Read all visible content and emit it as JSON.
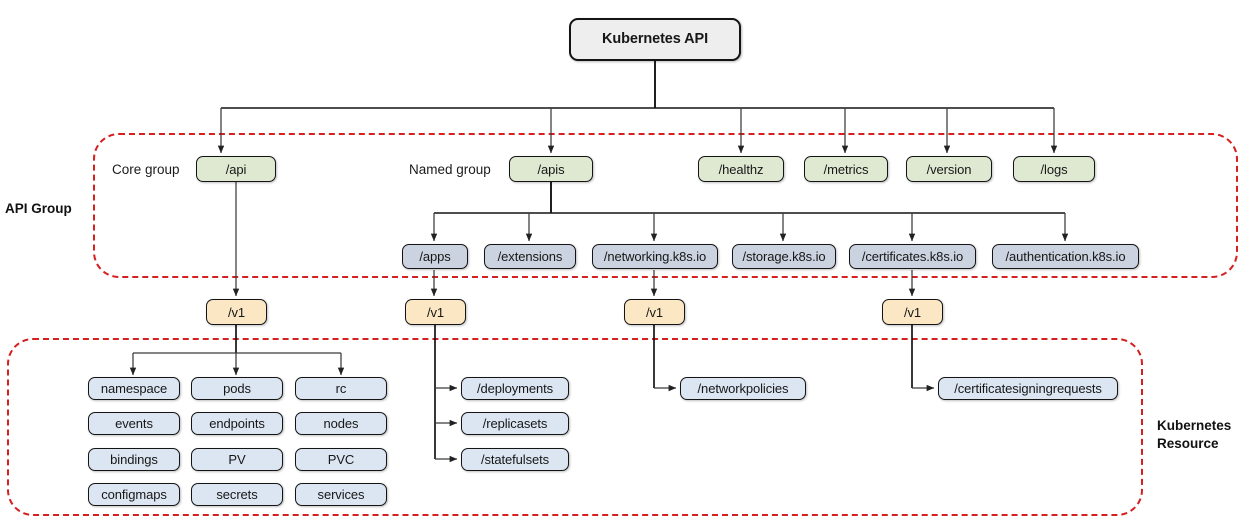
{
  "diagram": {
    "title": "Kubernetes API",
    "root": {
      "label": "Kubernetes API"
    },
    "zones": [
      {
        "id": "api-group",
        "label": "API Group"
      },
      {
        "id": "kubernetes-resource",
        "label": "Kubernetes\nResource"
      }
    ],
    "zone_labels": {
      "api_group": "API Group",
      "kubernetes_resource_line1": "Kubernetes",
      "kubernetes_resource_line2": "Resource"
    },
    "annotations": {
      "core_group": "Core group",
      "named_group": "Named group"
    },
    "top_endpoints": [
      {
        "label": "/api",
        "kind": "green"
      },
      {
        "label": "/apis",
        "kind": "green"
      },
      {
        "label": "/healthz",
        "kind": "green"
      },
      {
        "label": "/metrics",
        "kind": "green"
      },
      {
        "label": "/version",
        "kind": "green"
      },
      {
        "label": "/logs",
        "kind": "green"
      }
    ],
    "named_groups": [
      {
        "label": "/apps",
        "kind": "grayblue"
      },
      {
        "label": "/extensions",
        "kind": "grayblue"
      },
      {
        "label": "/networking.k8s.io",
        "kind": "grayblue"
      },
      {
        "label": "/storage.k8s.io",
        "kind": "grayblue"
      },
      {
        "label": "/certificates.k8s.io",
        "kind": "grayblue"
      },
      {
        "label": "/authentication.k8s.io",
        "kind": "grayblue"
      }
    ],
    "versions": [
      {
        "label": "/v1",
        "kind": "cream",
        "parent": "/api"
      },
      {
        "label": "/v1",
        "kind": "cream",
        "parent": "/apps"
      },
      {
        "label": "/v1",
        "kind": "cream",
        "parent": "/networking.k8s.io"
      },
      {
        "label": "/v1",
        "kind": "cream",
        "parent": "/certificates.k8s.io"
      }
    ],
    "core_resources": {
      "columns": [
        [
          "namespace",
          "events",
          "bindings",
          "configmaps"
        ],
        [
          "pods",
          "endpoints",
          "PV",
          "secrets"
        ],
        [
          "rc",
          "nodes",
          "PVC",
          "services"
        ]
      ]
    },
    "apps_resources": [
      "/deployments",
      "/replicasets",
      "/statefulsets"
    ],
    "networking_resources": [
      "/networkpolicies"
    ],
    "certificates_resources": [
      "/certificatesigningrequests"
    ],
    "colors": {
      "root_fill": "#eeeeee",
      "green_fill": "#dfe9d2",
      "grayblue_fill": "#ccd3e0",
      "cream_fill": "#fbe7c4",
      "lightblue_fill": "#dce6f2",
      "zone_border": "#d61f1f",
      "stroke": "#141414"
    }
  }
}
